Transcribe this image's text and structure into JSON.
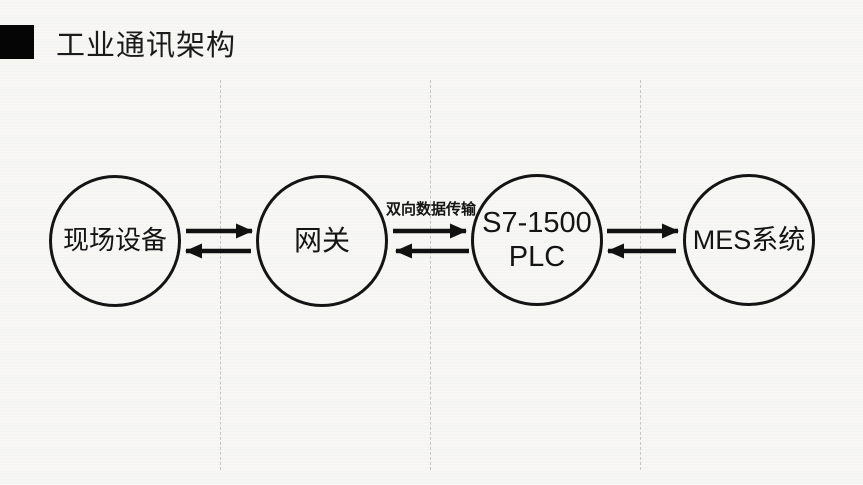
{
  "slide": {
    "title": "工业通讯架构"
  },
  "diagram": {
    "nodes": [
      {
        "id": "field-devices",
        "label": "现场设备"
      },
      {
        "id": "gateway",
        "label": "网关"
      },
      {
        "id": "plc",
        "label_line1": "S7-1500",
        "label_line2": "PLC"
      },
      {
        "id": "mes",
        "label": "MES系统"
      }
    ],
    "edge_label": "双向数据传输",
    "flow": "现场设备 ⇄ 网关 ⇄ S7-1500 PLC ⇄ MES系统"
  },
  "colors": {
    "background": "#f5f4f1",
    "ink": "#141414",
    "divider": "#c7c5c2"
  }
}
